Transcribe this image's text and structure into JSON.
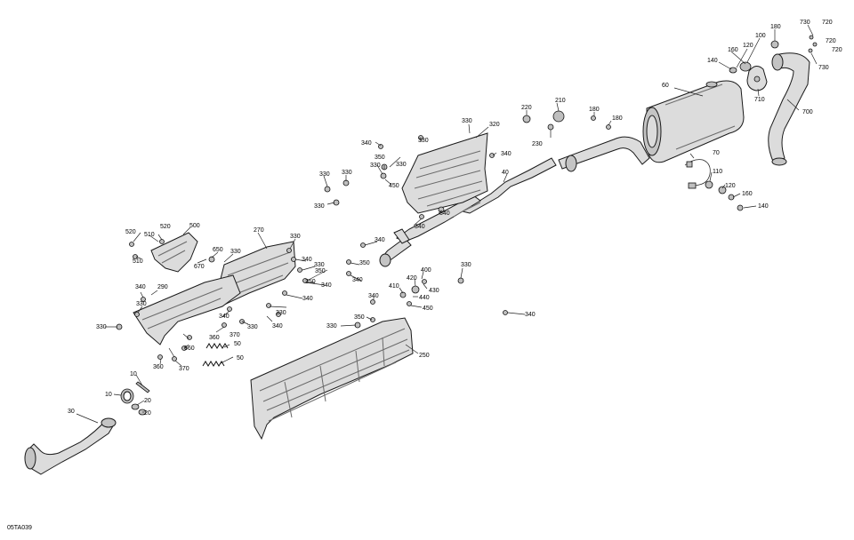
{
  "figure_code": "05TA039",
  "labels": [
    {
      "id": "l-180a",
      "text": "180"
    },
    {
      "id": "l-730a",
      "text": "730"
    },
    {
      "id": "l-720a",
      "text": "720"
    },
    {
      "id": "l-100",
      "text": "100"
    },
    {
      "id": "l-160a",
      "text": "160"
    },
    {
      "id": "l-120a",
      "text": "120"
    },
    {
      "id": "l-720b",
      "text": "720"
    },
    {
      "id": "l-720c",
      "text": "720"
    },
    {
      "id": "l-140a",
      "text": "140"
    },
    {
      "id": "l-730b",
      "text": "730"
    },
    {
      "id": "l-60",
      "text": "60"
    },
    {
      "id": "l-710",
      "text": "710"
    },
    {
      "id": "l-700",
      "text": "700"
    },
    {
      "id": "l-210",
      "text": "210"
    },
    {
      "id": "l-220",
      "text": "220"
    },
    {
      "id": "l-180b",
      "text": "180"
    },
    {
      "id": "l-180c",
      "text": "180"
    },
    {
      "id": "l-230",
      "text": "230"
    },
    {
      "id": "l-330a",
      "text": "330"
    },
    {
      "id": "l-320",
      "text": "320"
    },
    {
      "id": "l-340a",
      "text": "340"
    },
    {
      "id": "l-330b",
      "text": "330"
    },
    {
      "id": "l-350a",
      "text": "350"
    },
    {
      "id": "l-330c",
      "text": "330"
    },
    {
      "id": "l-330d",
      "text": "330"
    },
    {
      "id": "l-330e",
      "text": "330"
    },
    {
      "id": "l-340b",
      "text": "340"
    },
    {
      "id": "l-450a",
      "text": "450"
    },
    {
      "id": "l-40",
      "text": "40"
    },
    {
      "id": "l-330f",
      "text": "330"
    },
    {
      "id": "l-330g",
      "text": "330"
    },
    {
      "id": "l-340c",
      "text": "340"
    },
    {
      "id": "l-340d",
      "text": "340"
    },
    {
      "id": "l-70",
      "text": "70"
    },
    {
      "id": "l-110",
      "text": "110"
    },
    {
      "id": "l-120b",
      "text": "120"
    },
    {
      "id": "l-160b",
      "text": "160"
    },
    {
      "id": "l-140b",
      "text": "140"
    },
    {
      "id": "l-500",
      "text": "500"
    },
    {
      "id": "l-520a",
      "text": "520"
    },
    {
      "id": "l-520b",
      "text": "520"
    },
    {
      "id": "l-510a",
      "text": "510"
    },
    {
      "id": "l-510b",
      "text": "510"
    },
    {
      "id": "l-270",
      "text": "270"
    },
    {
      "id": "l-330h",
      "text": "330"
    },
    {
      "id": "l-650",
      "text": "650"
    },
    {
      "id": "l-330i",
      "text": "330"
    },
    {
      "id": "l-670",
      "text": "670"
    },
    {
      "id": "l-340e",
      "text": "340"
    },
    {
      "id": "l-340f",
      "text": "340"
    },
    {
      "id": "l-350b",
      "text": "350"
    },
    {
      "id": "l-340g",
      "text": "340"
    },
    {
      "id": "l-330j",
      "text": "330"
    },
    {
      "id": "l-350c",
      "text": "350"
    },
    {
      "id": "l-340h",
      "text": "340"
    },
    {
      "id": "l-350d",
      "text": "350"
    },
    {
      "id": "l-340i",
      "text": "340"
    },
    {
      "id": "l-330k",
      "text": "330"
    },
    {
      "id": "l-340j",
      "text": "340"
    },
    {
      "id": "l-290",
      "text": "290"
    },
    {
      "id": "l-340k",
      "text": "340"
    },
    {
      "id": "l-330l",
      "text": "330"
    },
    {
      "id": "l-330m",
      "text": "330"
    },
    {
      "id": "l-330n",
      "text": "330"
    },
    {
      "id": "l-340l",
      "text": "340"
    },
    {
      "id": "l-360a",
      "text": "360"
    },
    {
      "id": "l-370a",
      "text": "370"
    },
    {
      "id": "l-660",
      "text": "660"
    },
    {
      "id": "l-50a",
      "text": "50"
    },
    {
      "id": "l-50b",
      "text": "50"
    },
    {
      "id": "l-360b",
      "text": "360"
    },
    {
      "id": "l-370b",
      "text": "370"
    },
    {
      "id": "l-330o",
      "text": "330"
    },
    {
      "id": "l-400",
      "text": "400"
    },
    {
      "id": "l-420",
      "text": "420"
    },
    {
      "id": "l-410",
      "text": "410"
    },
    {
      "id": "l-430",
      "text": "430"
    },
    {
      "id": "l-340m",
      "text": "340"
    },
    {
      "id": "l-440",
      "text": "440"
    },
    {
      "id": "l-450b",
      "text": "450"
    },
    {
      "id": "l-340n",
      "text": "340"
    },
    {
      "id": "l-350e",
      "text": "350"
    },
    {
      "id": "l-330p",
      "text": "330"
    },
    {
      "id": "l-250",
      "text": "250"
    },
    {
      "id": "l-10a",
      "text": "10"
    },
    {
      "id": "l-10b",
      "text": "10"
    },
    {
      "id": "l-20a",
      "text": "20"
    },
    {
      "id": "l-20b",
      "text": "20"
    },
    {
      "id": "l-30",
      "text": "30"
    }
  ]
}
